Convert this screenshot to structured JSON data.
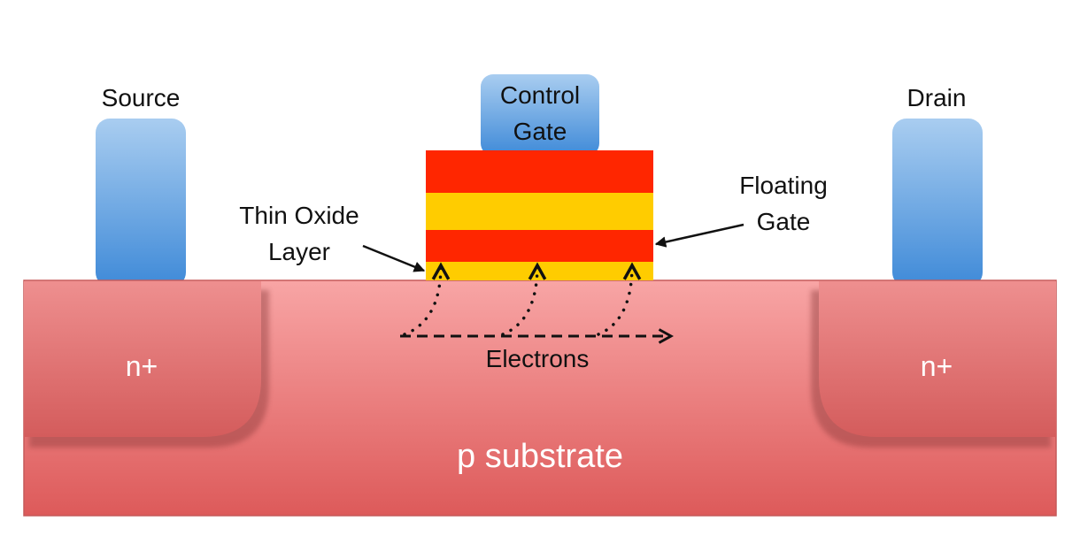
{
  "labels": {
    "source": "Source",
    "drain": "Drain",
    "control_gate_line1": "Control",
    "control_gate_line2": "Gate",
    "floating_gate_line1": "Floating",
    "floating_gate_line2": "Gate",
    "thin_oxide_line1": "Thin Oxide",
    "thin_oxide_line2": "Layer",
    "electrons": "Electrons",
    "n_plus_left": "n+",
    "n_plus_right": "n+",
    "substrate": "p substrate"
  },
  "colors": {
    "substrate_top": "#f8a5a5",
    "substrate_bottom": "#dd5a5a",
    "n_region_top": "#ee8f8f",
    "n_region_bottom": "#d45c5c",
    "electrode_top": "#a9cdf0",
    "electrode_bottom": "#3f8ad8",
    "gate_red": "#ff2600",
    "gate_yellow": "#ffcc00"
  }
}
